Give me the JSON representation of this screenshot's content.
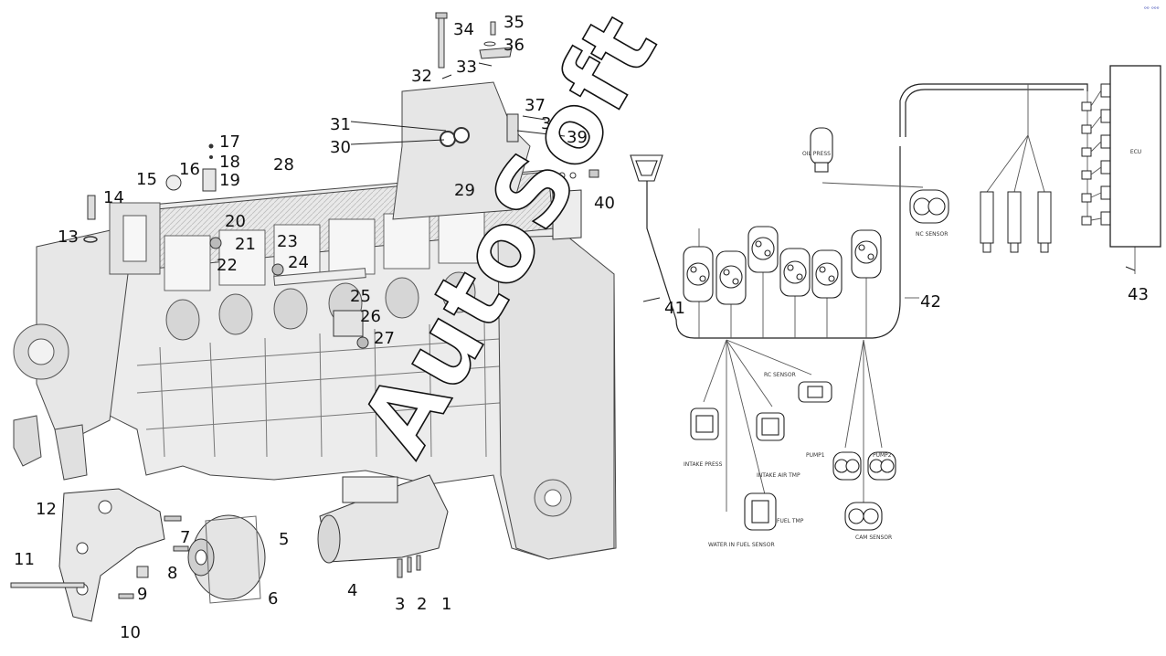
{
  "watermark": "AutoSoft",
  "corner_mark": "ᵒᵒ ᵒᵒᵒ",
  "callouts": [
    "1",
    "2",
    "3",
    "4",
    "5",
    "6",
    "7",
    "8",
    "9",
    "10",
    "11",
    "12",
    "13",
    "14",
    "15",
    "16",
    "17",
    "18",
    "19",
    "20",
    "21",
    "22",
    "23",
    "24",
    "25",
    "26",
    "27",
    "28",
    "29",
    "30",
    "31",
    "32",
    "33",
    "34",
    "35",
    "36",
    "37",
    "38",
    "39",
    "40",
    "41",
    "42",
    "43"
  ],
  "ecu_label": "ECU",
  "sensor_labels": {
    "oil_pressure": "OIL PRESS",
    "nc_sensor": "NC SENSOR",
    "intake_press": "INTAKE PRESS",
    "intake_air_temp": "INTAKE AIR TMP",
    "water_in_fuel": "WATER IN FUEL SENSOR",
    "fuel_temp": "FUEL TMP",
    "rail_pressure": "RC SENSOR",
    "pump_1": "PUMP1",
    "pump_2": "PUMP2",
    "cam_sensor": "CAM SENSOR"
  }
}
